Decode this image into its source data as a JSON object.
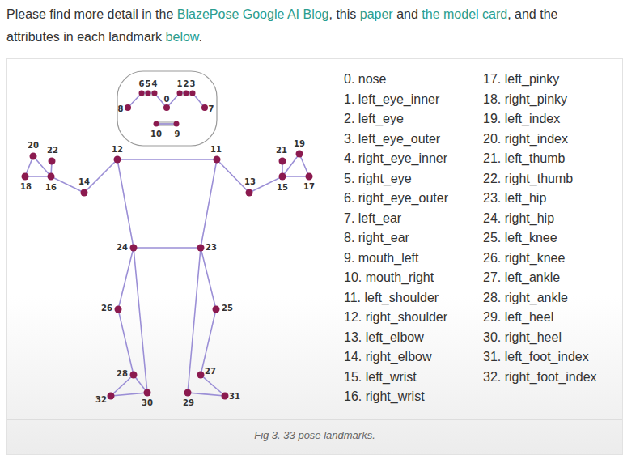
{
  "diagram": {
    "caption": "Fig 3. 33 pose landmarks.",
    "labels": [
      "Please find more detail in the",
      "BlazePose Google AI Blog",
      ", this",
      "paper",
      "and",
      "the model card",
      ", and the attributes in each landmark",
      "below",
      ".",
      "0",
      "1",
      "2",
      "3",
      "4",
      "5",
      "6",
      "7",
      "8",
      "9",
      "10",
      "11",
      "12",
      "13",
      "14",
      "15",
      "16",
      "17",
      "18",
      "19",
      "20",
      "21",
      "22",
      "23",
      "24",
      "25",
      "26",
      "27",
      "28",
      "29",
      "30",
      "31",
      "32",
      "0. nose",
      "1. left_eye_inner",
      "2. left_eye",
      "3. left_eye_outer",
      "4. right_eye_inner",
      "5. right_eye",
      "6. right_eye_outer",
      "7. left_ear",
      "8. right_ear",
      "9. mouth_left",
      "10. mouth_right",
      "11. left_shoulder",
      "12. right_shoulder",
      "13. left_elbow",
      "14. right_elbow",
      "15. left_wrist",
      "16. right_wrist",
      "17. left_pinky",
      "18. right_pinky",
      "19. left_index",
      "20. right_index",
      "21. left_thumb",
      "22. right_thumb",
      "23. left_hip",
      "24. right_hip",
      "25. left_knee",
      "26. right_knee",
      "27. left_ankle",
      "28. right_ankle",
      "29. left_heel",
      "30. right_heel",
      "31. left_foot_index",
      "32. right_foot_index"
    ]
  }
}
